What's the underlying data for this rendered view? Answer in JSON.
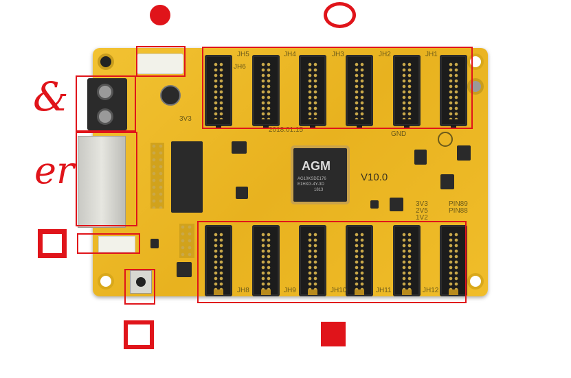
{
  "board": {
    "date_text": "2018.01.15",
    "version_text": "V10.0",
    "brand_text": "AGM",
    "chip_line1": "AG10KSDE176",
    "chip_line2": "E1HXG-4Y-3D",
    "chip_line3": "1813",
    "voltage_label": "3V3",
    "pin_labels": [
      "3V3",
      "2V5",
      "1V2"
    ],
    "pin_side_labels": [
      "PIN89",
      "PIN88"
    ],
    "gnd_label": "GND",
    "top_headers": [
      "JH6",
      "JH5",
      "JH4",
      "JH3",
      "JH2",
      "JH1"
    ],
    "bottom_headers": [
      "JH8",
      "JH9",
      "JH10",
      "JH11",
      "JH12"
    ]
  },
  "symbols": {
    "ampersand": "&",
    "script_letters": "er",
    "filled_circle_color": "#e0141a",
    "annotation_color": "#e0141a"
  },
  "icons": [
    "filled-circle-icon",
    "hollow-circle-icon",
    "hollow-square-icon",
    "filled-square-icon"
  ]
}
